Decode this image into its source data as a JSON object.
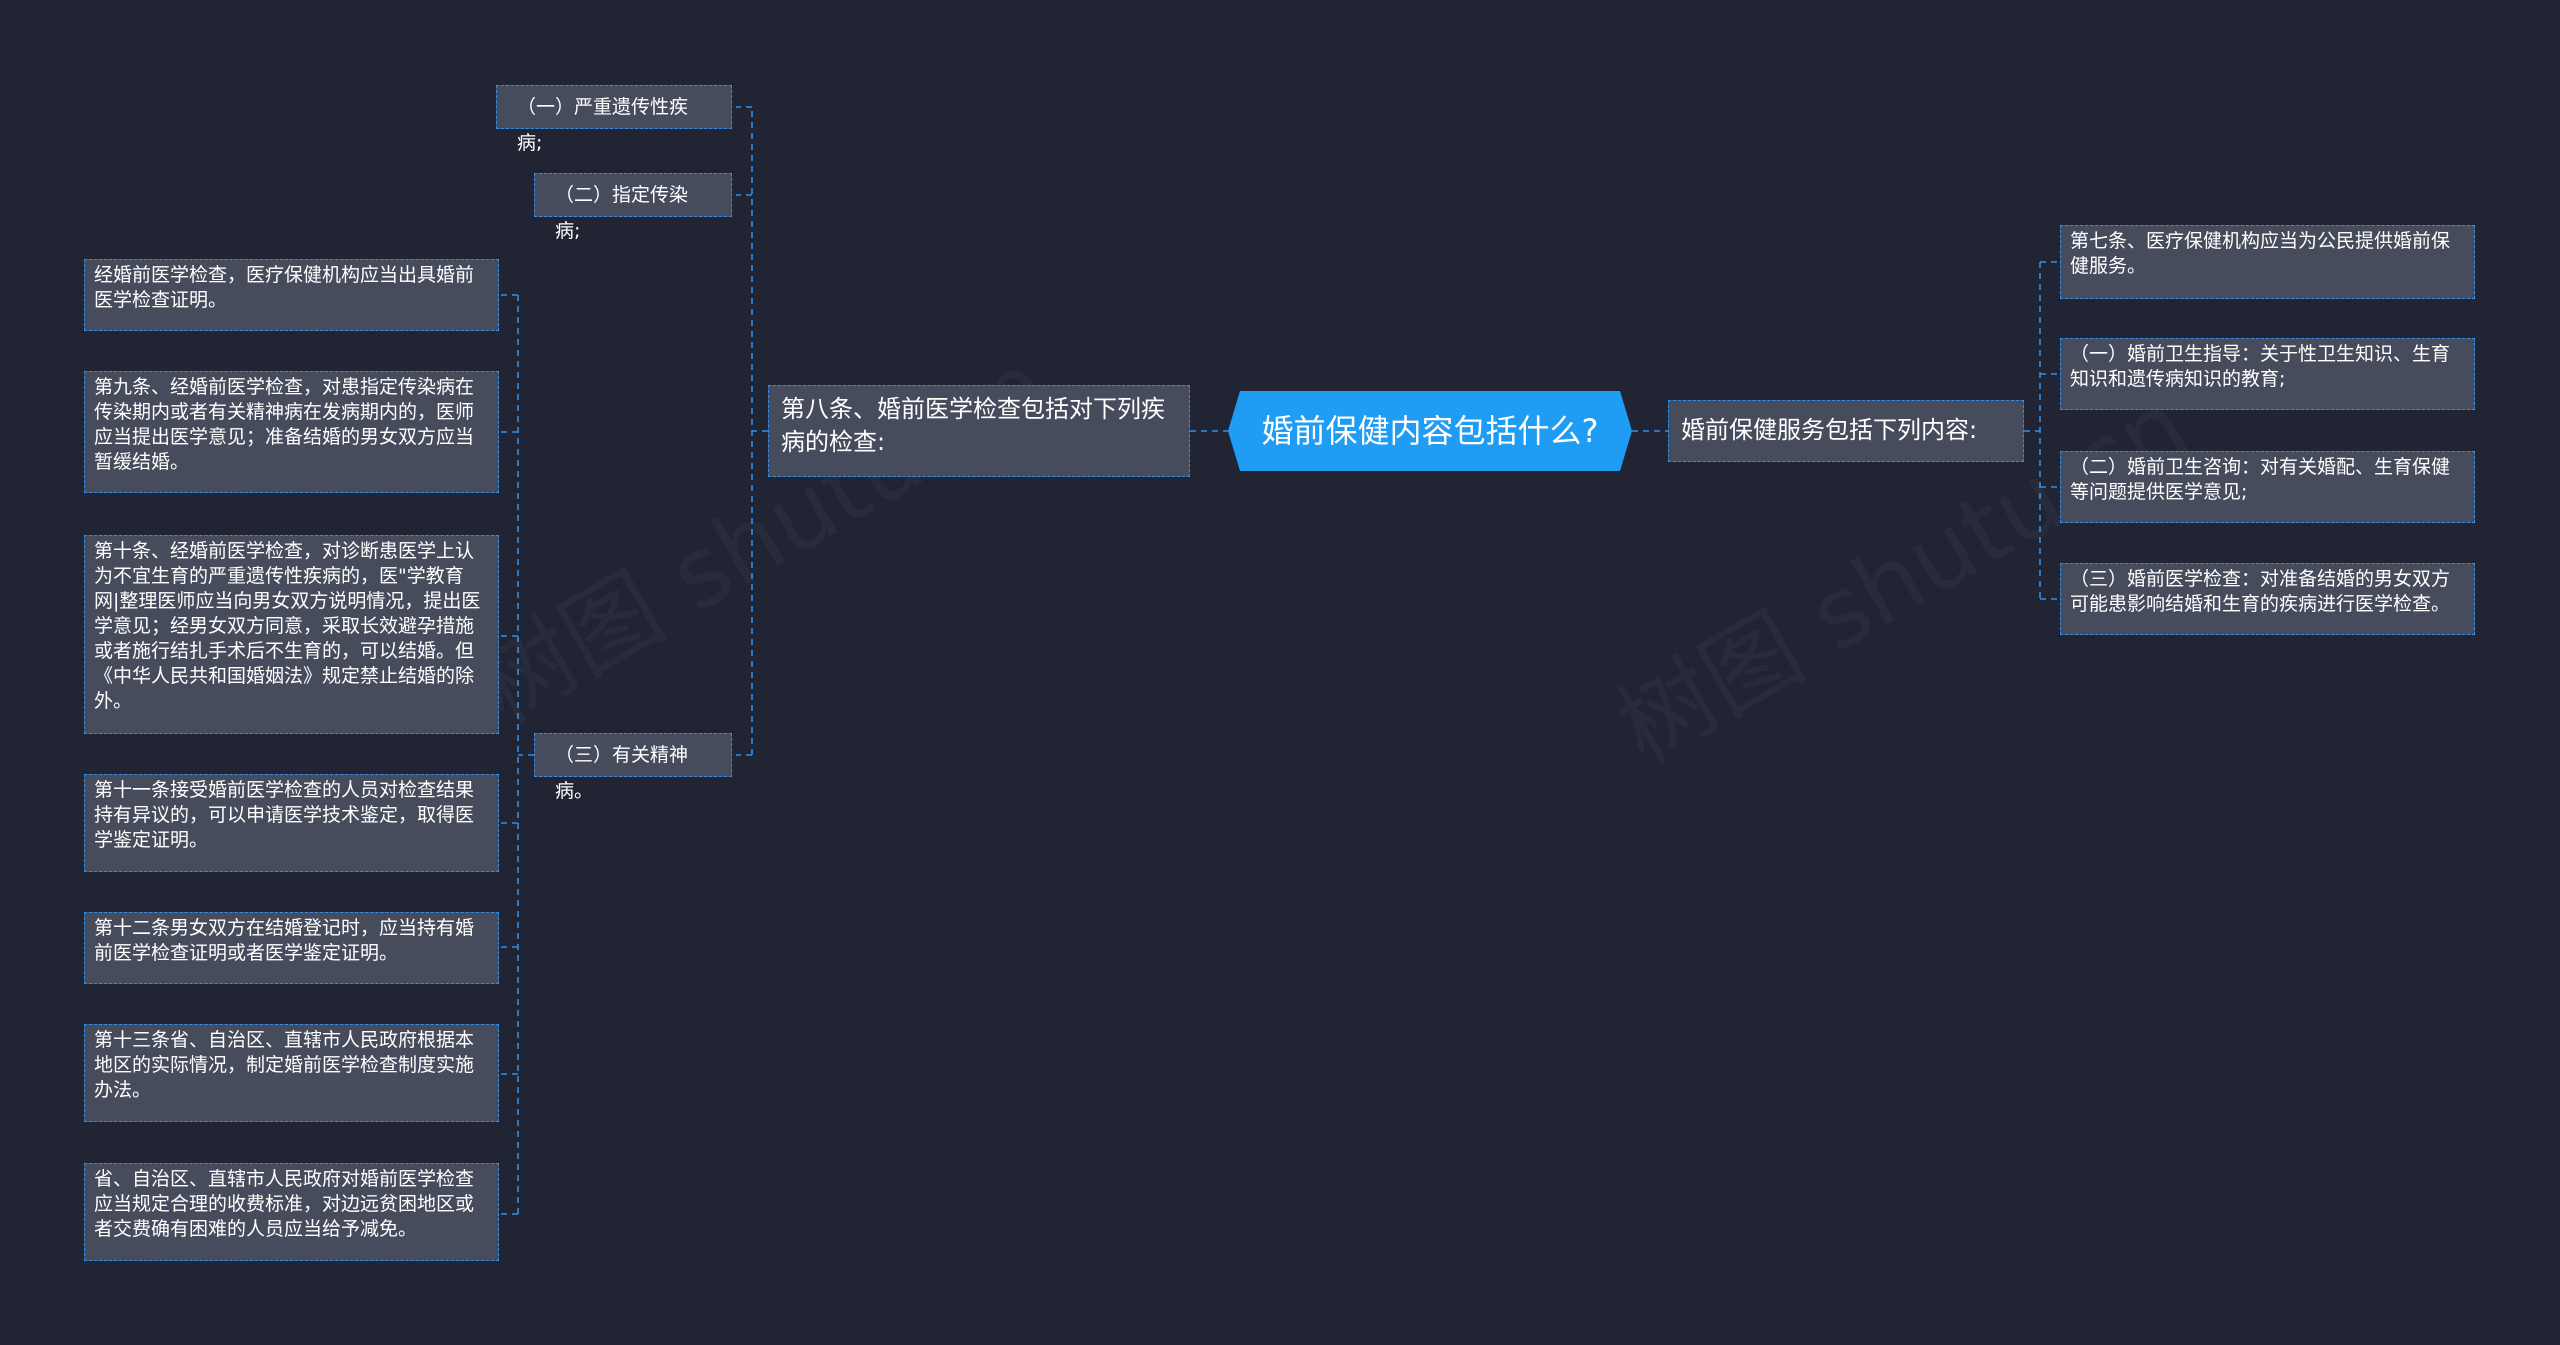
{
  "root": {
    "label": "婚前保健内容包括什么?"
  },
  "left_branch": {
    "label": "第八条、婚前医学检查包括对下列疾病的检查:",
    "children": [
      "（一）严重遗传性疾病;",
      "（二）指定传染病;",
      "（三）有关精神病。"
    ],
    "notes": [
      "经婚前医学检查，医疗保健机构应当出具婚前医学检查证明。",
      "第九条、经婚前医学检查，对患指定传染病在传染期内或者有关精神病在发病期内的，医师应当提出医学意见；准备结婚的男女双方应当暂缓结婚。",
      "第十条、经婚前医学检查，对诊断患医学上认为不宜生育的严重遗传性疾病的，医\"学教育网|整理医师应当向男女双方说明情况，提出医学意见；经男女双方同意，采取长效避孕措施或者施行结扎手术后不生育的，可以结婚。但《中华人民共和国婚姻法》规定禁止结婚的除外。",
      "第十一条接受婚前医学检查的人员对检查结果持有异议的，可以申请医学技术鉴定，取得医学鉴定证明。",
      "第十二条男女双方在结婚登记时，应当持有婚前医学检查证明或者医学鉴定证明。",
      "第十三条省、自治区、直辖市人民政府根据本地区的实际情况，制定婚前医学检查制度实施办法。",
      "省、自治区、直辖市人民政府对婚前医学检查应当规定合理的收费标准，对边远贫困地区或者交费确有困难的人员应当给予减免。"
    ]
  },
  "right_branch": {
    "label": "婚前保健服务包括下列内容:",
    "children": [
      "第七条、医疗保健机构应当为公民提供婚前保健服务。",
      "（一）婚前卫生指导：关于性卫生知识、生育知识和遗传病知识的教育;",
      "（二）婚前卫生咨询：对有关婚配、生育保健等问题提供医学意见;",
      "（三）婚前医学检查：对准备结婚的男女双方可能患影响结婚和生育的疾病进行医学检查。"
    ]
  },
  "colors": {
    "background": "#212533",
    "node_fill": "#464c5c",
    "border": "#2e8ff0",
    "root_fill": "#1f9cf4"
  }
}
